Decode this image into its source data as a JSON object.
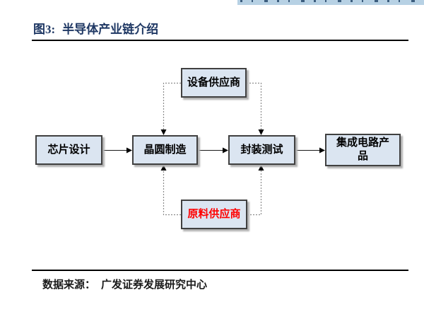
{
  "figure": {
    "label": "图3:",
    "title": "半导体产业链介绍"
  },
  "diagram": {
    "nodes": [
      {
        "id": "chip-design",
        "label": "芯片设计"
      },
      {
        "id": "wafer-manufacturing",
        "label": "晶圆制造"
      },
      {
        "id": "packaging-testing",
        "label": "封装测试"
      },
      {
        "id": "ic-products",
        "label": "集成电路产品"
      },
      {
        "id": "equipment-supplier",
        "label": "设备供应商"
      },
      {
        "id": "material-supplier",
        "label": "原料供应商",
        "label_color": "#ff0000"
      }
    ],
    "edges": [
      {
        "from": "芯片设计",
        "to": "晶圆制造",
        "style": "solid"
      },
      {
        "from": "晶圆制造",
        "to": "封装测试",
        "style": "solid"
      },
      {
        "from": "封装测试",
        "to": "集成电路产品",
        "style": "solid"
      },
      {
        "from": "设备供应商",
        "to": "晶圆制造",
        "style": "dotted"
      },
      {
        "from": "设备供应商",
        "to": "封装测试",
        "style": "dotted"
      },
      {
        "from": "原料供应商",
        "to": "晶圆制造",
        "style": "dotted"
      },
      {
        "from": "原料供应商",
        "to": "封装测试",
        "style": "dotted"
      }
    ]
  },
  "footer": {
    "source_label": "数据来源：",
    "source_text": "广发证券发展研究中心"
  },
  "colors": {
    "title_text": "#1f3864",
    "node_fill": "#dbe5f1",
    "node_border": "#404040",
    "material_label": "#ff0000",
    "clipped_bar": "#b7d1e4",
    "rule": "#000000"
  }
}
